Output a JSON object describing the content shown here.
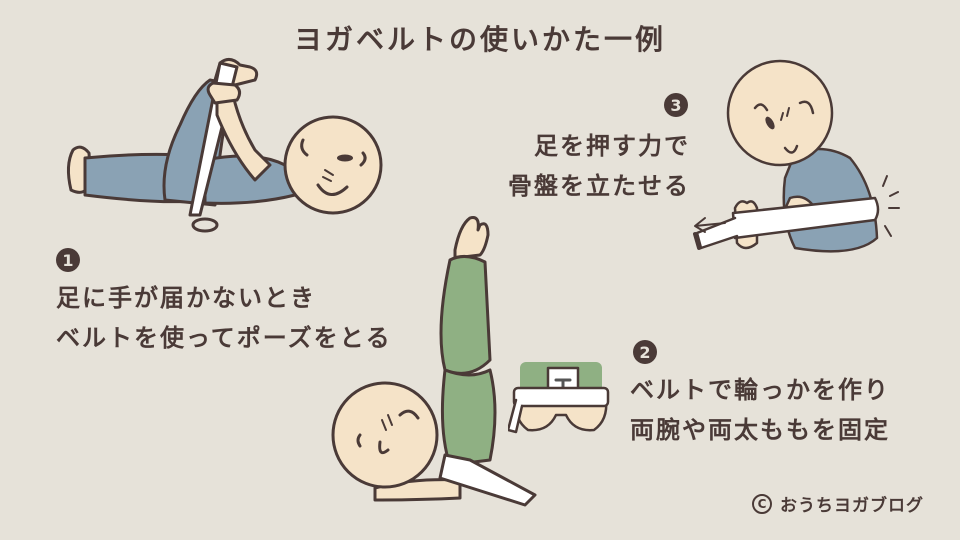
{
  "title": "ヨガベルトの使いかた一例",
  "steps": [
    {
      "number": "1",
      "lines": [
        "足に手が届かないとき",
        "ベルトを使ってポーズをとる"
      ]
    },
    {
      "number": "2",
      "lines": [
        "ベルトで輪っかを作り",
        "両腕や両太ももを固定"
      ]
    },
    {
      "number": "3",
      "lines": [
        "足を押す力で",
        "骨盤を立たせる"
      ]
    }
  ],
  "credit": {
    "symbol": "©",
    "text": "おうちヨガブログ"
  },
  "colors": {
    "background": "#e6e2d9",
    "text": "#4a3a37",
    "skin": "#f5e3c8",
    "blue_clothes": "#8aa2b4",
    "green_clothes": "#8fb083",
    "belt": "#ffffff",
    "outline": "#4a3a37"
  }
}
